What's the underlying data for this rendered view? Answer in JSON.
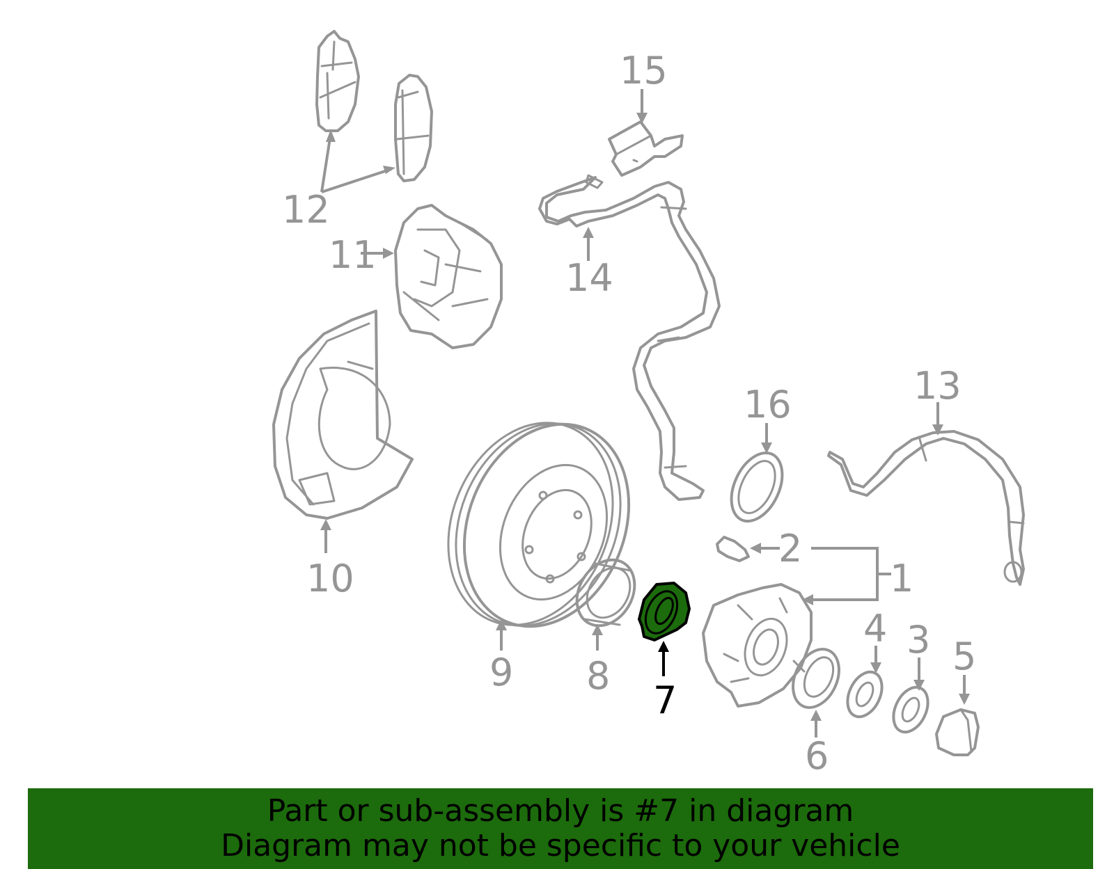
{
  "banner": {
    "line1": "Part or sub-assembly is #7 in diagram",
    "line2": "Diagram may not be specific to your vehicle"
  },
  "callouts": {
    "c1": "1",
    "c2": "2",
    "c3": "3",
    "c4": "4",
    "c5": "5",
    "c6": "6",
    "c7": "7",
    "c8": "8",
    "c9": "9",
    "c10": "10",
    "c11": "11",
    "c12": "12",
    "c13": "13",
    "c14": "14",
    "c15": "15",
    "c16": "16"
  },
  "highlight": {
    "callout": "7",
    "color": "#1c6b0c"
  },
  "colors": {
    "line_art": "#959595",
    "highlight_fill": "#1c6b0c",
    "banner_bg": "#1c6b0c",
    "banner_text": "#000000"
  }
}
